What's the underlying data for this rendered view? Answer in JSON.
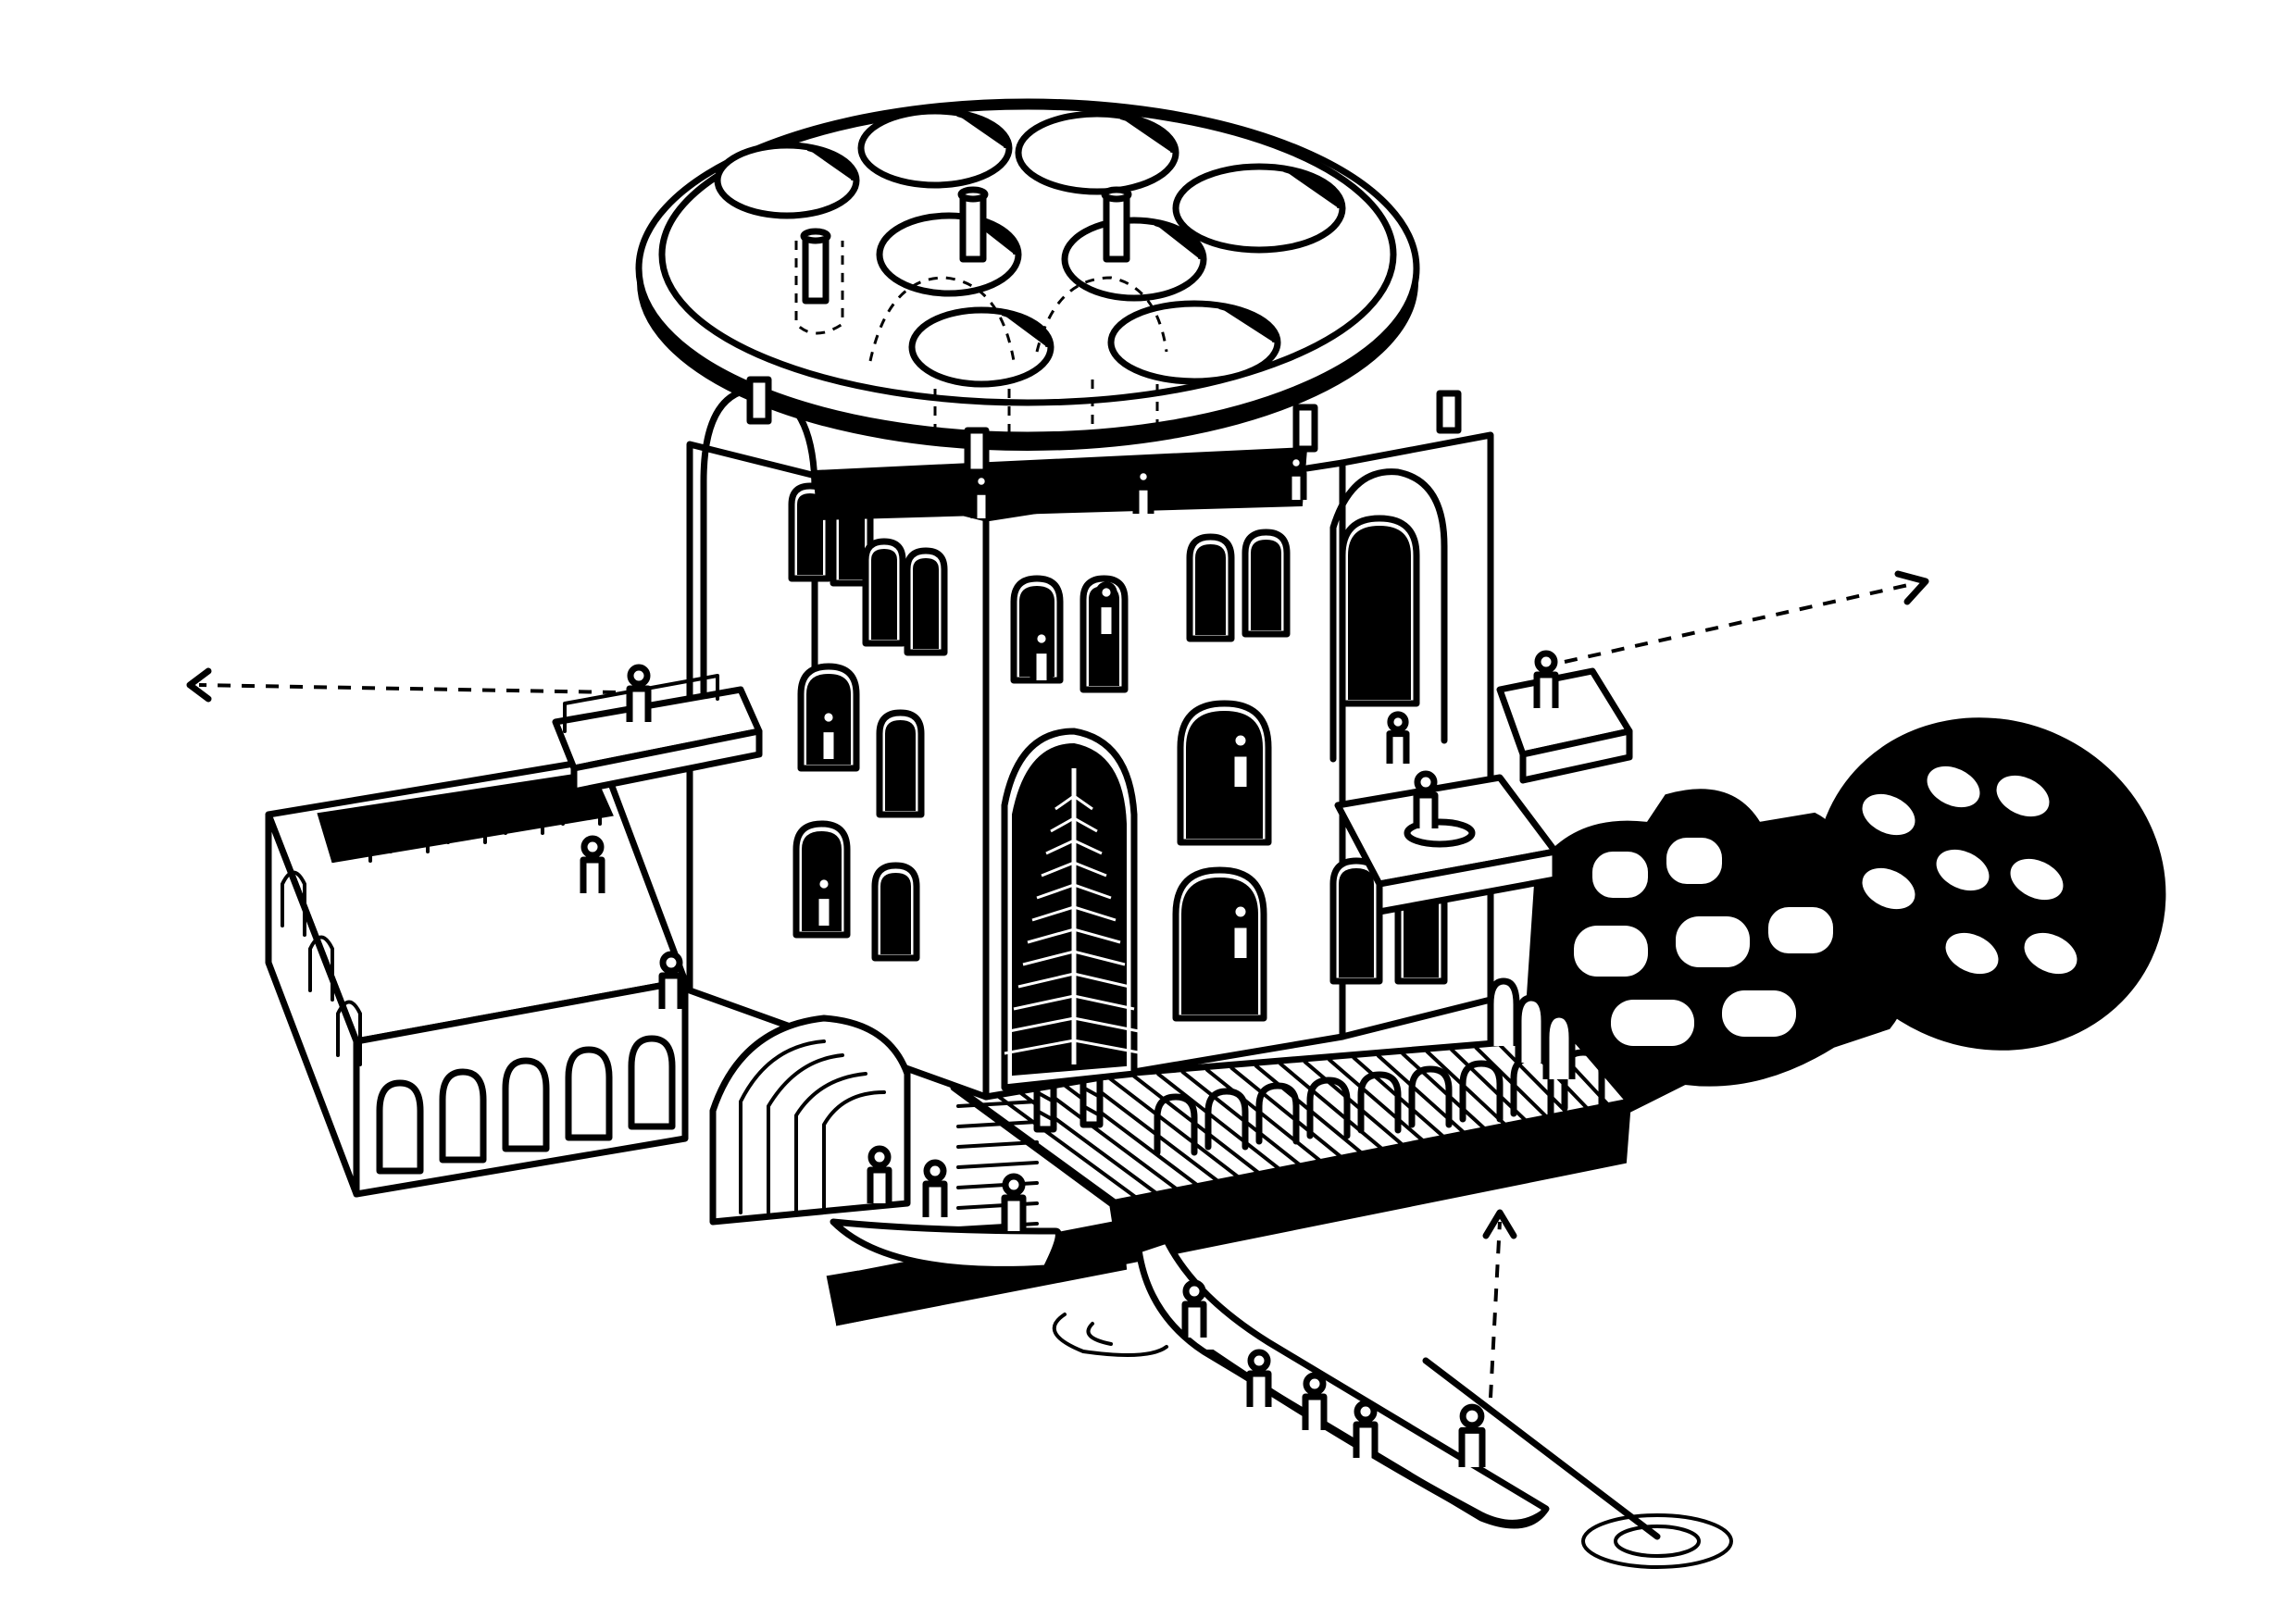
{
  "illustration": {
    "palette": {
      "ink": "#000000",
      "paper": "#ffffff"
    },
    "roof_oculi_count": 8,
    "shadow_oculi_count": 8,
    "view_arrows": [
      "left",
      "right",
      "up-from-canal"
    ],
    "boats": [
      "gondola-foreground",
      "gondola-docked"
    ]
  }
}
